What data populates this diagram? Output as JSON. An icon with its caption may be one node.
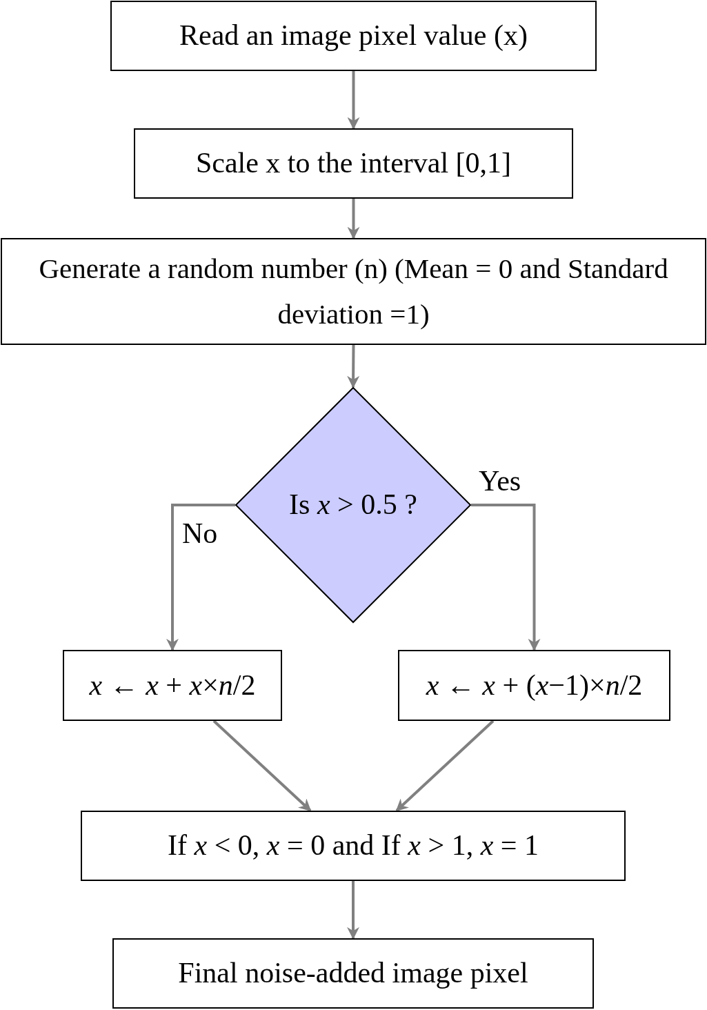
{
  "diagram": {
    "nodes": [
      {
        "text": [
          "Read an image pixel value (x)"
        ]
      },
      {
        "text": [
          "Scale x to the interval [0,1]"
        ]
      },
      {
        "text": [
          "Generate a random number (n) (Mean = 0 and Standard deviation =1)"
        ]
      },
      {
        "text": [
          "Is *x* > 0.5 ?"
        ]
      },
      {
        "text": [
          "*x* ← *x* + *x*×*n*/2"
        ]
      },
      {
        "text": [
          "*x* ← *x* + (*x*−1)×*n*/2"
        ]
      },
      {
        "text": [
          "If *x* < 0, *x* = 0 and If *x* > 1, *x* = 1"
        ]
      },
      {
        "text": [
          "Final noise-added image pixel"
        ]
      }
    ],
    "edges": [
      {
        "from": 0,
        "to": 1,
        "arrow": "to"
      },
      {
        "from": 1,
        "to": 2,
        "arrow": "to"
      },
      {
        "from": 2,
        "to": 3,
        "arrow": "to"
      },
      {
        "from": 3,
        "to": 4,
        "arrow": "to",
        "label": "No"
      },
      {
        "from": 3,
        "to": 5,
        "arrow": "to",
        "label": "Yes"
      },
      {
        "from": 4,
        "to": 6,
        "arrow": "to"
      },
      {
        "from": 5,
        "to": 6,
        "arrow": "to"
      },
      {
        "from": 6,
        "to": 7,
        "arrow": "to"
      }
    ]
  }
}
